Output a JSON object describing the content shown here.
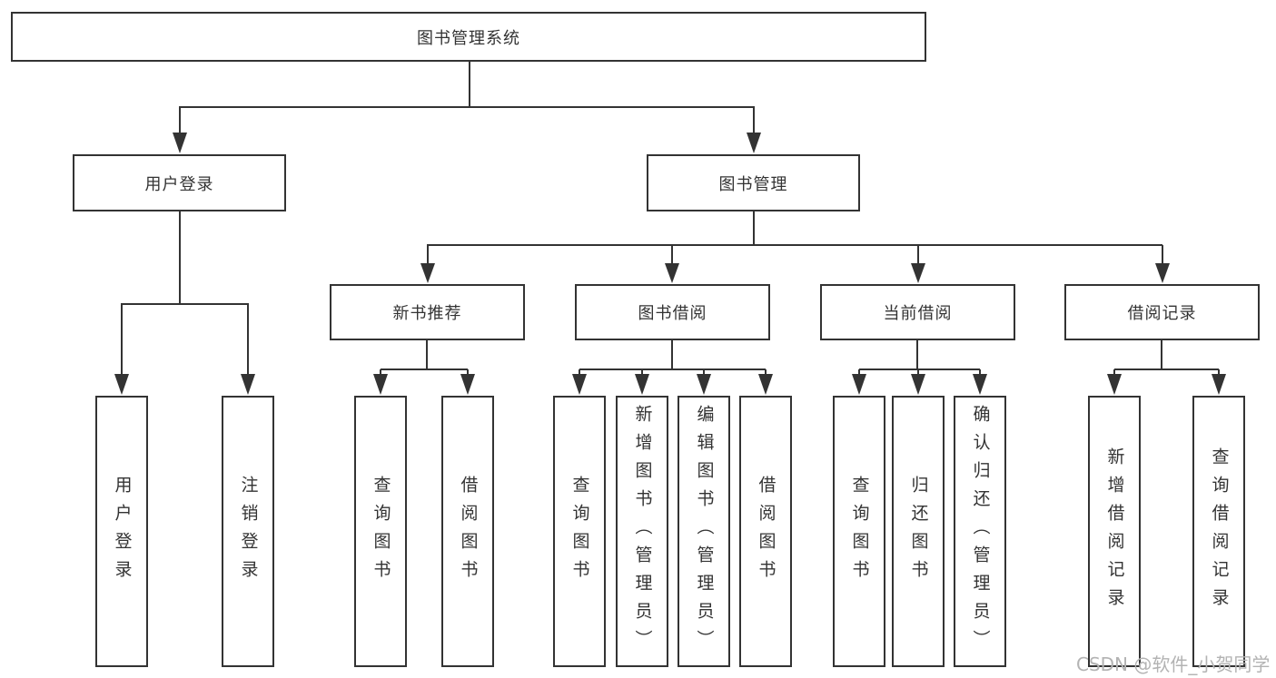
{
  "tree": {
    "root": {
      "label": "图书管理系统"
    },
    "user_login": {
      "label": "用户登录",
      "children": [
        {
          "label": "用户登录"
        },
        {
          "label": "注销登录"
        }
      ]
    },
    "book_mgmt": {
      "label": "图书管理",
      "children": [
        {
          "label": "新书推荐",
          "children": [
            {
              "label": "查询图书"
            },
            {
              "label": "借阅图书"
            }
          ]
        },
        {
          "label": "图书借阅",
          "children": [
            {
              "label": "查询图书"
            },
            {
              "label": "新增图书（管理员）"
            },
            {
              "label": "编辑图书（管理员）"
            },
            {
              "label": "借阅图书"
            }
          ]
        },
        {
          "label": "当前借阅",
          "children": [
            {
              "label": "查询图书"
            },
            {
              "label": "归还图书"
            },
            {
              "label": "确认归还（管理员）"
            }
          ]
        },
        {
          "label": "借阅记录",
          "children": [
            {
              "label": "新增借阅记录"
            },
            {
              "label": "查询借阅记录"
            }
          ]
        }
      ]
    }
  },
  "watermark": {
    "text": "CSDN @软件_小贺同学"
  },
  "colors": {
    "line": "#333333",
    "box_border": "#333333",
    "box_bg": "#ffffff",
    "text": "#333333",
    "watermark": "#b3b3b3"
  }
}
